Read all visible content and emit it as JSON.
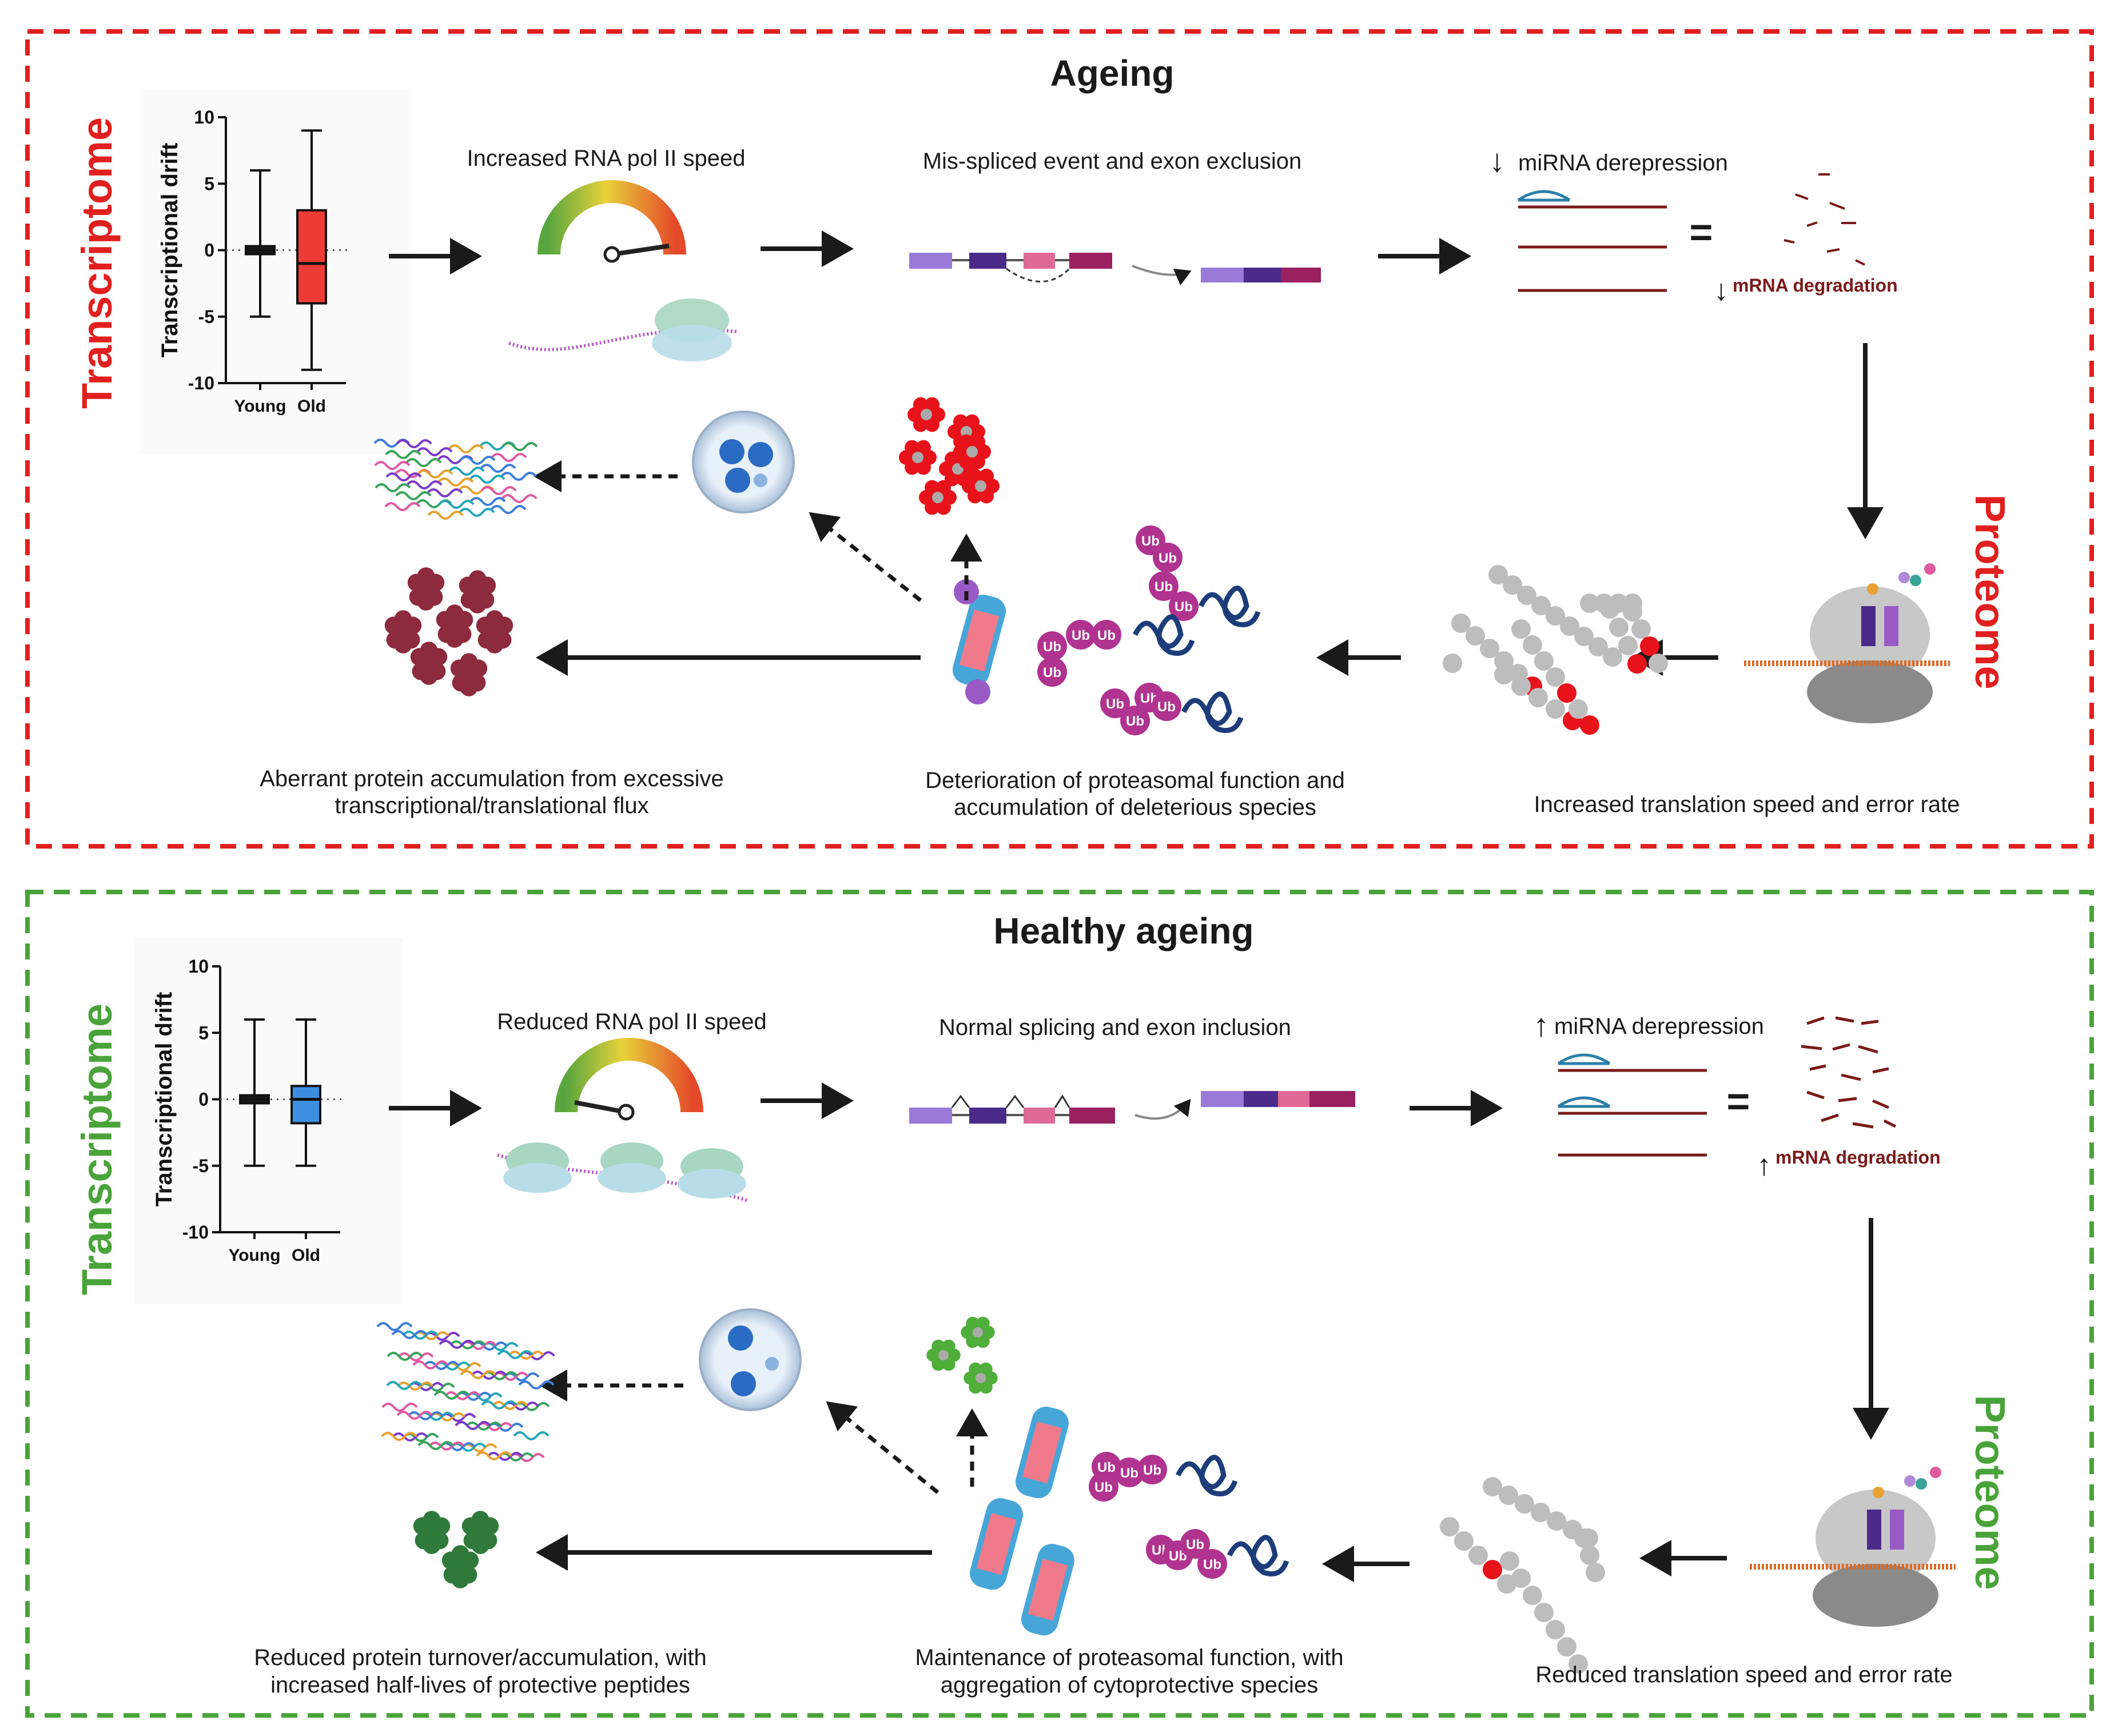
{
  "panels": {
    "ageing": {
      "title": "Ageing",
      "border_color": "#e0201f",
      "side_left": "Transcriptome",
      "side_right": "Proteome",
      "chart_ylabel": "Transcriptional drift",
      "chart_ticks": [
        "10",
        "5",
        "0",
        "-5",
        "-10"
      ],
      "chart_cats": [
        "Young",
        "Old"
      ],
      "step_polii": "Increased RNA pol II speed",
      "step_splicing": "Mis-spliced event and exon exclusion",
      "step_mirna": "miRNA derepression",
      "step_mrna": "mRNA degradation",
      "caption_translation": "Increased translation speed and error rate",
      "caption_proteasome_1": "Deterioration of proteasomal function and",
      "caption_proteasome_2": "accumulation of deleterious species",
      "caption_accum_1": "Aberrant protein accumulation from excessive",
      "caption_accum_2": "transcriptional/translational flux"
    },
    "healthy": {
      "title": "Healthy ageing",
      "border_color": "#4aa33a",
      "side_left": "Transcriptome",
      "side_right": "Proteome",
      "chart_ylabel": "Transcriptional drift",
      "chart_ticks": [
        "10",
        "5",
        "0",
        "-5",
        "-10"
      ],
      "chart_cats": [
        "Young",
        "Old"
      ],
      "step_polii": "Reduced RNA pol II speed",
      "step_splicing": "Normal splicing and exon inclusion",
      "step_mirna": "miRNA derepression",
      "step_mrna": "mRNA degradation",
      "caption_translation": "Reduced translation speed and error rate",
      "caption_proteasome_1": "Maintenance of proteasomal function, with",
      "caption_proteasome_2": "aggregation of cytoprotective species",
      "caption_accum_1": "Reduced protein turnover/accumulation, with",
      "caption_accum_2": "increased half-lives of protective peptides"
    }
  },
  "ub_label": "Ub",
  "equals_sign": "=",
  "chart_data": [
    {
      "type": "box",
      "ylabel": "Transcriptional drift",
      "ylim": [
        -10,
        10
      ],
      "categories": [
        "Young",
        "Old"
      ],
      "boxes": [
        {
          "name": "Young",
          "min": -5,
          "q1": -0.3,
          "median": 0,
          "q3": 0.3,
          "max": 6,
          "color": "#1a1a1a"
        },
        {
          "name": "Old",
          "min": -9,
          "q1": -4,
          "median": -1,
          "q3": 3,
          "max": 9,
          "color": "#ef3b36"
        }
      ]
    },
    {
      "type": "box",
      "ylabel": "Transcriptional drift",
      "ylim": [
        -10,
        10
      ],
      "categories": [
        "Young",
        "Old"
      ],
      "boxes": [
        {
          "name": "Young",
          "min": -5,
          "q1": -0.3,
          "median": 0,
          "q3": 0.3,
          "max": 6,
          "color": "#1a1a1a"
        },
        {
          "name": "Old",
          "min": -5,
          "q1": -1.8,
          "median": 0,
          "q3": 1,
          "max": 6,
          "color": "#3c8fe0"
        }
      ]
    }
  ],
  "colors": {
    "red_accent": "#e0201f",
    "green_accent": "#4aa33a",
    "mrna": "#7a1a1a",
    "mirna": "#2a7fa8",
    "ubiquitin": "#b0338f",
    "unfolded": "#1d3d7a",
    "peptide_gray": "#bdbdbd",
    "error_red": "#e8121a",
    "aggregate_dark": "#8e2a3e",
    "aggregate_green": "#2f7a3a"
  }
}
